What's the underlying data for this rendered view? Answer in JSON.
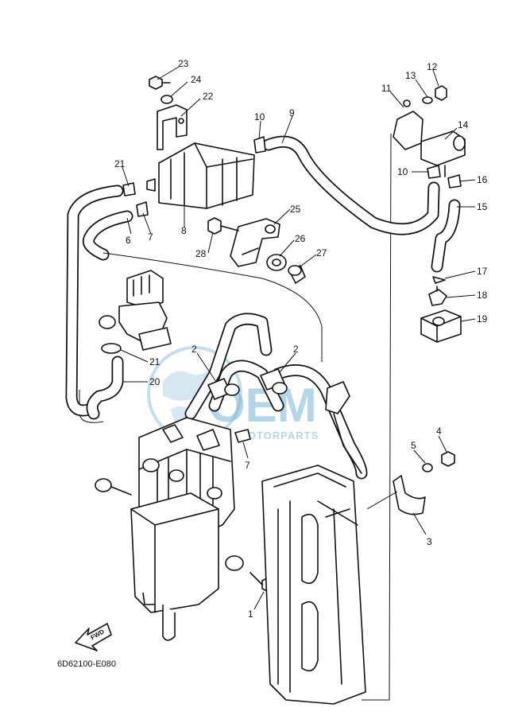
{
  "diagram": {
    "drawing_code": "6D62100-E080",
    "direction_label": "FWD",
    "watermark": {
      "brand": "OEM",
      "sub": "MOTORPARTS"
    },
    "callouts": [
      {
        "id": "c1",
        "text": "1"
      },
      {
        "id": "c2a",
        "text": "2"
      },
      {
        "id": "c2b",
        "text": "2"
      },
      {
        "id": "c3",
        "text": "3"
      },
      {
        "id": "c4",
        "text": "4"
      },
      {
        "id": "c5",
        "text": "5"
      },
      {
        "id": "c6",
        "text": "6"
      },
      {
        "id": "c7a",
        "text": "7"
      },
      {
        "id": "c7b",
        "text": "7"
      },
      {
        "id": "c8",
        "text": "8"
      },
      {
        "id": "c9",
        "text": "9"
      },
      {
        "id": "c10a",
        "text": "10"
      },
      {
        "id": "c10b",
        "text": "10"
      },
      {
        "id": "c11",
        "text": "11"
      },
      {
        "id": "c12",
        "text": "12"
      },
      {
        "id": "c13",
        "text": "13"
      },
      {
        "id": "c14",
        "text": "14"
      },
      {
        "id": "c15",
        "text": "15"
      },
      {
        "id": "c16",
        "text": "16"
      },
      {
        "id": "c17",
        "text": "17"
      },
      {
        "id": "c18",
        "text": "18"
      },
      {
        "id": "c19",
        "text": "19"
      },
      {
        "id": "c20",
        "text": "20"
      },
      {
        "id": "c21a",
        "text": "21"
      },
      {
        "id": "c21b",
        "text": "21"
      },
      {
        "id": "c22",
        "text": "22"
      },
      {
        "id": "c23",
        "text": "23"
      },
      {
        "id": "c24",
        "text": "24"
      },
      {
        "id": "c25",
        "text": "25"
      },
      {
        "id": "c26",
        "text": "26"
      },
      {
        "id": "c27",
        "text": "27"
      },
      {
        "id": "c28",
        "text": "28"
      }
    ]
  }
}
